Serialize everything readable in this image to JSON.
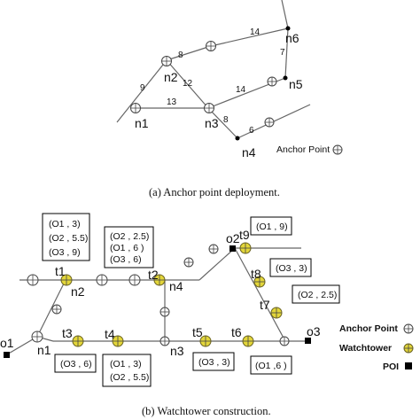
{
  "top": {
    "nodes": {
      "n1": "n1",
      "n2": "n2",
      "n3": "n3",
      "n4": "n4",
      "n5": "n5",
      "n6": "n6"
    },
    "edges": {
      "n1_n2": "9",
      "n2_n6a": "8",
      "n2_n6b": "14",
      "n6_n5": "7",
      "n2_n3": "12",
      "n1_n3": "13",
      "n3_n5": "14",
      "n3_n4": "8",
      "n4_r": "6"
    },
    "legend_label": "Anchor Point",
    "caption": "(a)  Anchor point deployment."
  },
  "bottom": {
    "nodes": {
      "n1": "n1",
      "n2": "n2",
      "n3": "n3",
      "n4": "n4"
    },
    "towers": {
      "t1": "t1",
      "t2": "t2",
      "t3": "t3",
      "t4": "t4",
      "t5": "t5",
      "t6": "t6",
      "t7": "t7",
      "t8": "t8",
      "t9": "t9"
    },
    "pois": {
      "o1": "o1",
      "o2": "o2",
      "o3": "o3"
    },
    "boxes": {
      "b_t1": [
        "(O1 , 3)",
        "(O2 , 5.5)",
        "(O3 , 9)"
      ],
      "b_t2": [
        "(O2 , 2.5)",
        "(O1 , 6 )",
        "(O3 , 6)"
      ],
      "b_t9": [
        "(O1 , 9)"
      ],
      "b_t8": [
        "(O3 , 3)"
      ],
      "b_t7": [
        "(O2 , 2.5)"
      ],
      "b_t3": [
        "(O3 , 6)"
      ],
      "b_t4": [
        "(O1 , 3)",
        "(O2 , 5.5)"
      ],
      "b_t5": [
        "(O3 , 3)"
      ],
      "b_t6": [
        "(O1 ,6 )"
      ]
    },
    "legend": {
      "anchor": "Anchor Point",
      "watchtower": "Watchtower",
      "poi": "POI"
    },
    "caption": "(b)  Watchtower construction."
  }
}
